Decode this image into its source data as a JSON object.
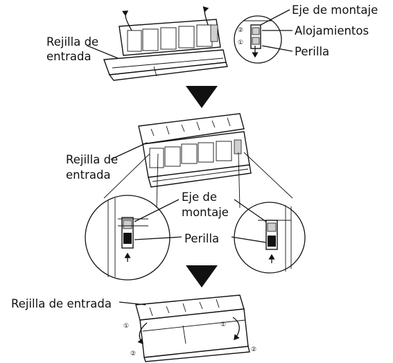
{
  "step1": {
    "grille_label_1": "Rejilla de",
    "grille_label_2": "entrada",
    "detail_labels": {
      "axis": "Eje de montaje",
      "housings": "Alojamientos",
      "knob": "Perilla"
    },
    "markers": [
      "②",
      "①"
    ]
  },
  "step2": {
    "grille_label_1": "Rejilla de",
    "grille_label_2": "entrada",
    "axis_label_1": "Eje de",
    "axis_label_2": "montaje",
    "knob_label": "Perilla"
  },
  "step3": {
    "grille_label": "Rejilla de entrada",
    "markers": [
      "①",
      "①",
      "②",
      "②"
    ]
  },
  "colors": {
    "line": "#111111",
    "background": "#ffffff"
  },
  "icons": [
    "down-triangle-arrow",
    "up-arrow",
    "curved-rotate-arrow"
  ]
}
